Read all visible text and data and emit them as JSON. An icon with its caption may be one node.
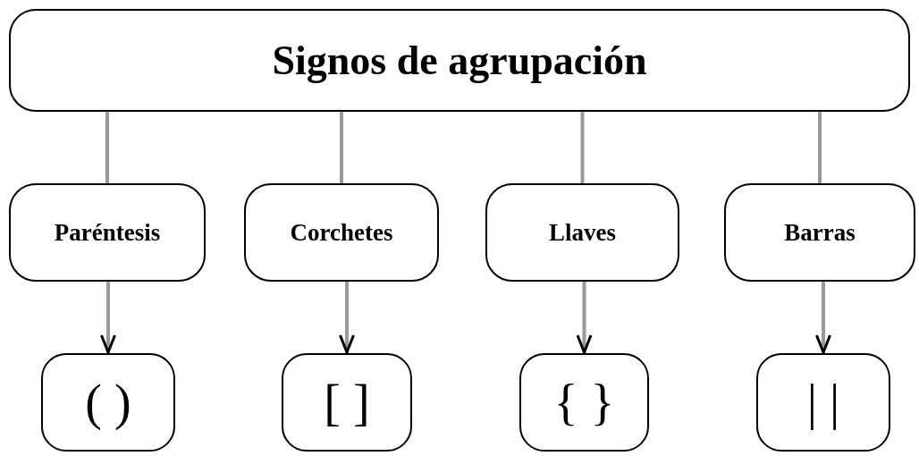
{
  "diagram": {
    "nodes": [
      {
        "text": [
          "Signos de agrupación"
        ]
      },
      {
        "text": [
          "Paréntesis"
        ]
      },
      {
        "text": [
          "Corchetes"
        ]
      },
      {
        "text": [
          "Llaves"
        ]
      },
      {
        "text": [
          "Barras"
        ]
      },
      {
        "text": [
          "( )"
        ]
      },
      {
        "text": [
          "[ ]"
        ]
      },
      {
        "text": [
          "{ }"
        ]
      },
      {
        "text": [
          "| |"
        ]
      }
    ],
    "edges": [
      {
        "from": 0,
        "to": 1,
        "arrow": "none"
      },
      {
        "from": 0,
        "to": 2,
        "arrow": "none"
      },
      {
        "from": 0,
        "to": 3,
        "arrow": "none"
      },
      {
        "from": 0,
        "to": 4,
        "arrow": "none"
      },
      {
        "from": 1,
        "to": 5,
        "arrow": "to"
      },
      {
        "from": 2,
        "to": 6,
        "arrow": "to"
      },
      {
        "from": 3,
        "to": 7,
        "arrow": "to"
      },
      {
        "from": 4,
        "to": 8,
        "arrow": "to"
      }
    ]
  }
}
